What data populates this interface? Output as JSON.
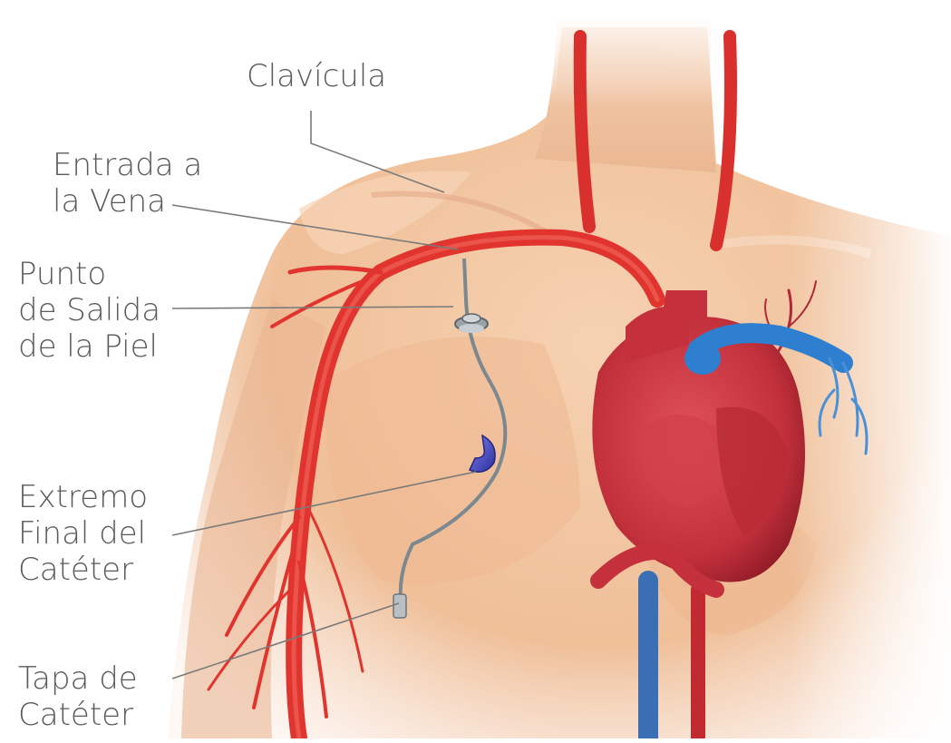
{
  "labels": {
    "clavicle": {
      "lines": [
        "Clavícula"
      ]
    },
    "vein_entry": {
      "lines": [
        "Entrada a",
        "la Vena"
      ]
    },
    "exit_point": {
      "lines": [
        "Punto",
        "de Salida",
        "de la Piel"
      ]
    },
    "catheter_end": {
      "lines": [
        "Extremo",
        "Final del",
        "Catéter"
      ]
    },
    "catheter_cap": {
      "lines": [
        "Tapa de",
        "Catéter"
      ]
    }
  },
  "colors": {
    "skin": "#f2c4a0",
    "skin_shadow": "#e3a680",
    "artery": "#e2342e",
    "artery_dark": "#b91f24",
    "heart": "#c9323b",
    "heart_dark": "#8f1c27",
    "vein_blue": "#2f7fd0",
    "catheter": "#7c8890",
    "clip_blue": "#4b4fc8",
    "label_text": "#5a5a5a",
    "leader_line": "#7a7a7a"
  }
}
